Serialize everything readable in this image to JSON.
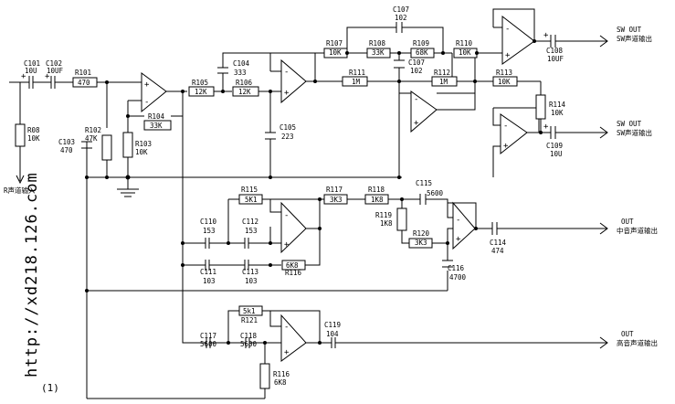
{
  "figure_number": "(1)",
  "watermark_url": "http://xd218.126.com",
  "input_label": "R声道输入",
  "outputs": {
    "sw_out_1_title": "SW OUT",
    "sw_out_1_desc": "SW声道输出",
    "sw_out_2_title": "SW OUT",
    "sw_out_2_desc": "SW声道输出",
    "mid_title": "OUT",
    "mid_desc": "中音声道输出",
    "high_title": "OUT",
    "high_desc": "高音声道输出"
  },
  "components": {
    "C101": {
      "ref": "C101",
      "value": "10U"
    },
    "C102": {
      "ref": "C102",
      "value": "10UF"
    },
    "R101": {
      "ref": "R101",
      "value": "470"
    },
    "R08": {
      "ref": "R08",
      "value": "10K"
    },
    "C103": {
      "ref": "C103",
      "value": "470"
    },
    "R102": {
      "ref": "R102",
      "value": "47K"
    },
    "R103": {
      "ref": "R103",
      "value": "10K"
    },
    "R104": {
      "ref": "R104",
      "value": "33K"
    },
    "R105": {
      "ref": "R105",
      "value": "12K"
    },
    "R106": {
      "ref": "R106",
      "value": "12K"
    },
    "C104": {
      "ref": "C104",
      "value": "333"
    },
    "C105": {
      "ref": "C105",
      "value": "223"
    },
    "R107": {
      "ref": "R107",
      "value": "10K"
    },
    "R108": {
      "ref": "R108",
      "value": "33K"
    },
    "R109": {
      "ref": "R109",
      "value": "68K"
    },
    "R110": {
      "ref": "R110",
      "value": "10K"
    },
    "C107a": {
      "ref": "C107",
      "value": "102"
    },
    "C107b": {
      "ref": "C107",
      "value": "102"
    },
    "R111": {
      "ref": "R111",
      "value": "1M"
    },
    "R112": {
      "ref": "R112",
      "value": "1M"
    },
    "R113": {
      "ref": "R113",
      "value": "10K"
    },
    "R114": {
      "ref": "R114",
      "value": "10K"
    },
    "C108": {
      "ref": "C108",
      "value": "10UF"
    },
    "C109": {
      "ref": "C109",
      "value": "10U"
    },
    "R115": {
      "ref": "R115",
      "value": "5K1"
    },
    "R117": {
      "ref": "R117",
      "value": "3K3"
    },
    "R118": {
      "ref": "R118",
      "value": "1K8"
    },
    "C115": {
      "ref": "C115",
      "value": "5600"
    },
    "R119": {
      "ref": "R119",
      "value": "1K8"
    },
    "R120": {
      "ref": "R120",
      "value": "3K3"
    },
    "C110": {
      "ref": "C110",
      "value": "153"
    },
    "C112": {
      "ref": "C112",
      "value": "153"
    },
    "C111": {
      "ref": "C111",
      "value": "103"
    },
    "C113": {
      "ref": "C113",
      "value": "103"
    },
    "R116a": {
      "ref": "R116",
      "value": "6K8"
    },
    "C116": {
      "ref": "C116",
      "value": "4700"
    },
    "C114": {
      "ref": "C114",
      "value": "474"
    },
    "R121": {
      "ref": "R121",
      "value": "5k1"
    },
    "C117": {
      "ref": "C117",
      "value": "5600"
    },
    "C118": {
      "ref": "C118",
      "value": "5600"
    },
    "C119": {
      "ref": "C119",
      "value": "104"
    },
    "R116b": {
      "ref": "R116",
      "value": "6K8"
    }
  },
  "symbols": {
    "plus": "+",
    "minus": "-"
  }
}
